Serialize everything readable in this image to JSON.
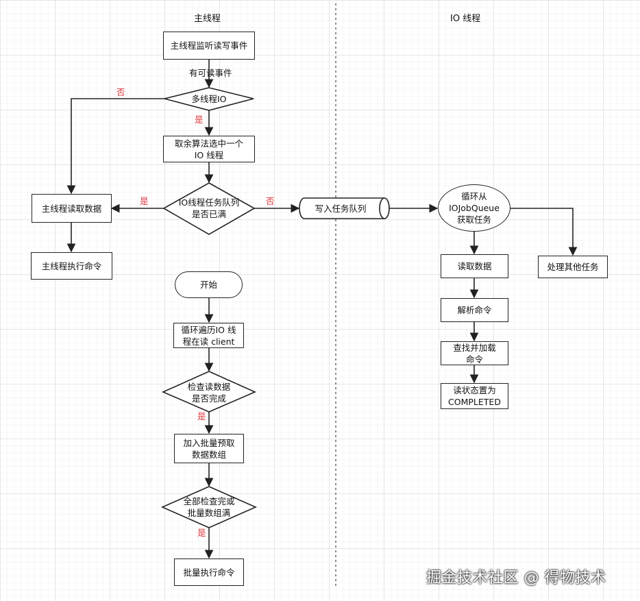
{
  "lanes": {
    "main": "主线程",
    "io": "IO 线程"
  },
  "nodes": {
    "listen": "主线程监听读写事件",
    "is_multi_io": "多线程IO",
    "pick_thread": "取余算法选中一个\nIO 线程",
    "queue_full": "IO线程任务队列\n是否已满",
    "main_read": "主线程读取数据",
    "main_exec": "主线程执行命令",
    "write_queue": "写入任务队列",
    "io_loop": "循环从\nIOJobQueue\n获取任务",
    "io_read": "读取数据",
    "io_parse": "解析命令",
    "io_lookup": "查找并加载\n命令",
    "io_completed": "读状态置为\nCOMPLETED",
    "other_task": "处理其他任务",
    "start": "开始",
    "loop_clients": "循环遍历IO 线\n程在读 client",
    "check_done": "检查读数据\n是否完成",
    "add_batch": "加入批量预取\n数据数组",
    "all_checked": "全部检查完或\n批量数组满",
    "batch_exec": "批量执行命令"
  },
  "edge_labels": {
    "readable": "有可读事件",
    "no_multi": "否",
    "yes_multi": "是",
    "yes_full": "是",
    "no_full": "否",
    "yes_done": "是",
    "yes_all": "是"
  },
  "colors": {
    "stroke": "#222222",
    "label_red": "#e0393e"
  },
  "watermark": "掘金技术社区 @ 得物技术"
}
